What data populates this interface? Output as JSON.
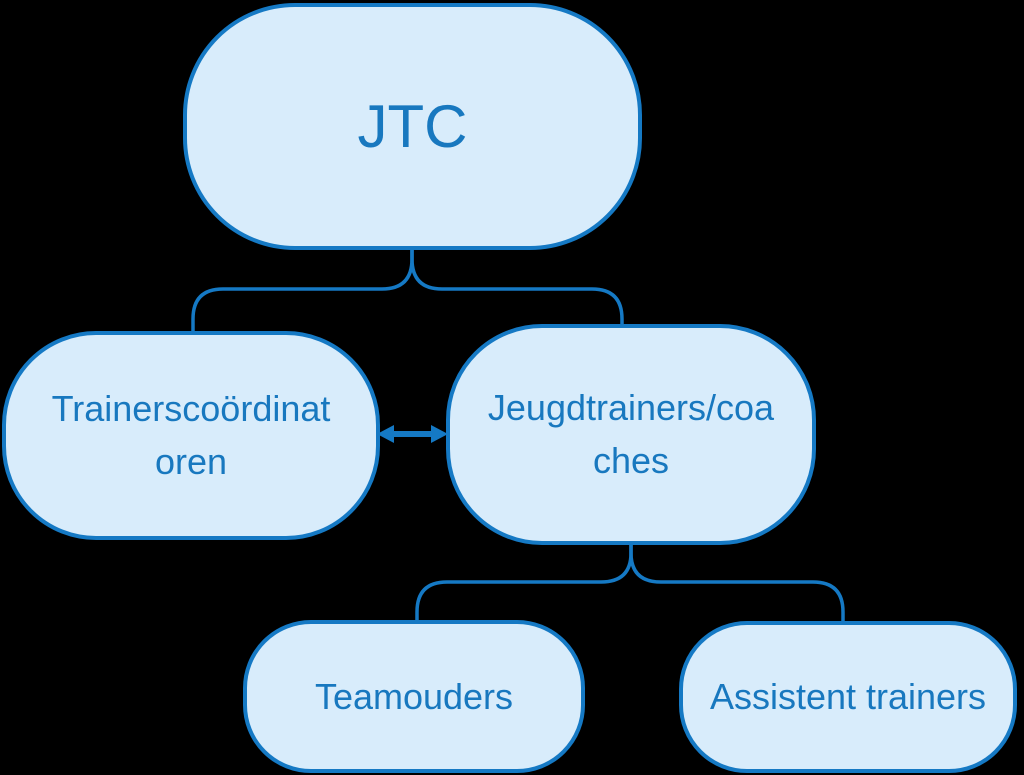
{
  "diagram": {
    "type": "org-chart",
    "nodes": [
      {
        "id": "jtc",
        "label": "JTC",
        "lines": [
          "JTC"
        ]
      },
      {
        "id": "trainerscoordinatoren",
        "label": "Trainerscoördinatoren",
        "lines": [
          "Trainerscoördinat",
          "oren"
        ]
      },
      {
        "id": "jeugdtrainers-coaches",
        "label": "Jeugdtrainers/coaches",
        "lines": [
          "Jeugdtrainers/coa",
          "ches"
        ]
      },
      {
        "id": "teamouders",
        "label": "Teamouders",
        "lines": [
          "Teamouders"
        ]
      },
      {
        "id": "assistent-trainers",
        "label": "Assistent trainers",
        "lines": [
          "Assistent trainers"
        ]
      }
    ],
    "edges": [
      {
        "from": "jtc",
        "to": "trainerscoordinatoren",
        "style": "rounded-elbow"
      },
      {
        "from": "jtc",
        "to": "jeugdtrainers-coaches",
        "style": "rounded-elbow"
      },
      {
        "from": "trainerscoordinatoren",
        "to": "jeugdtrainers-coaches",
        "style": "double-headed-arrow"
      },
      {
        "from": "jeugdtrainers-coaches",
        "to": "teamouders",
        "style": "rounded-elbow"
      },
      {
        "from": "jeugdtrainers-coaches",
        "to": "assistent-trainers",
        "style": "rounded-elbow"
      }
    ],
    "colors": {
      "node_fill": "#d8ecfb",
      "node_border": "#1579c4",
      "text": "#1878bf",
      "connector": "#1579c4",
      "background": "#000000"
    }
  }
}
